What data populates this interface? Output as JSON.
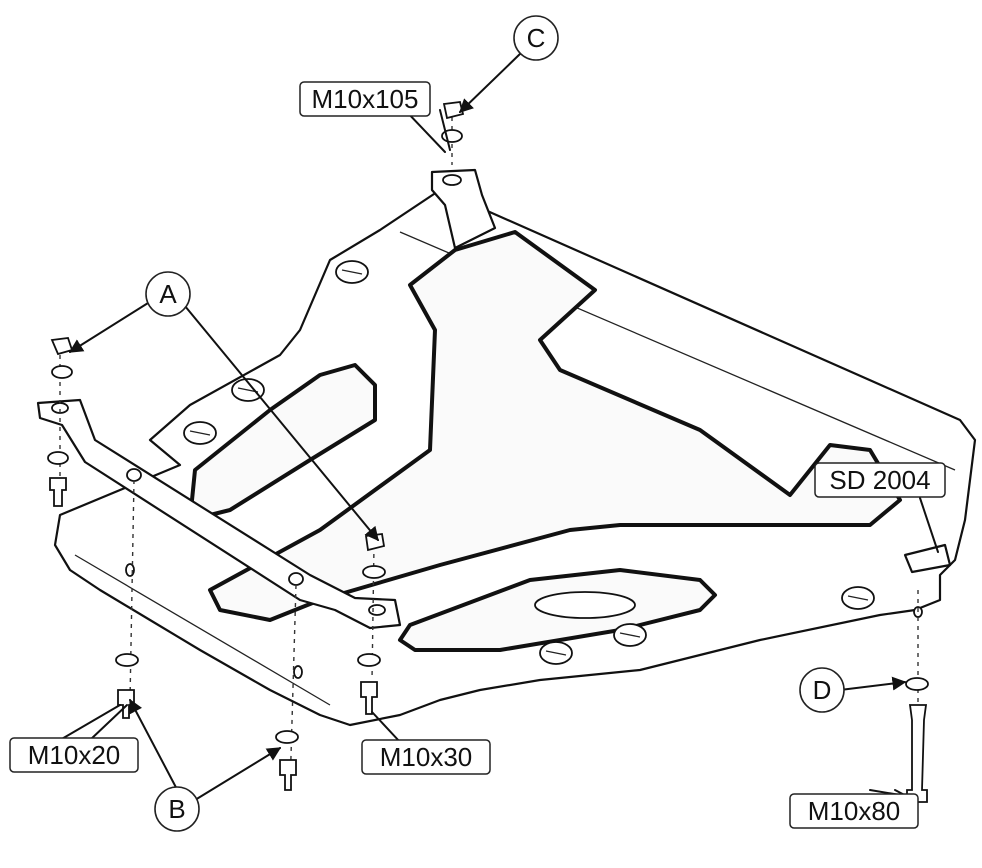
{
  "diagram": {
    "labels": {
      "m10x105": "M10x105",
      "m10x20": "M10x20",
      "m10x30": "M10x30",
      "m10x80": "M10x80",
      "sd2004": "SD 2004"
    },
    "callouts": {
      "a": "A",
      "b": "B",
      "c": "C",
      "d": "D"
    }
  }
}
